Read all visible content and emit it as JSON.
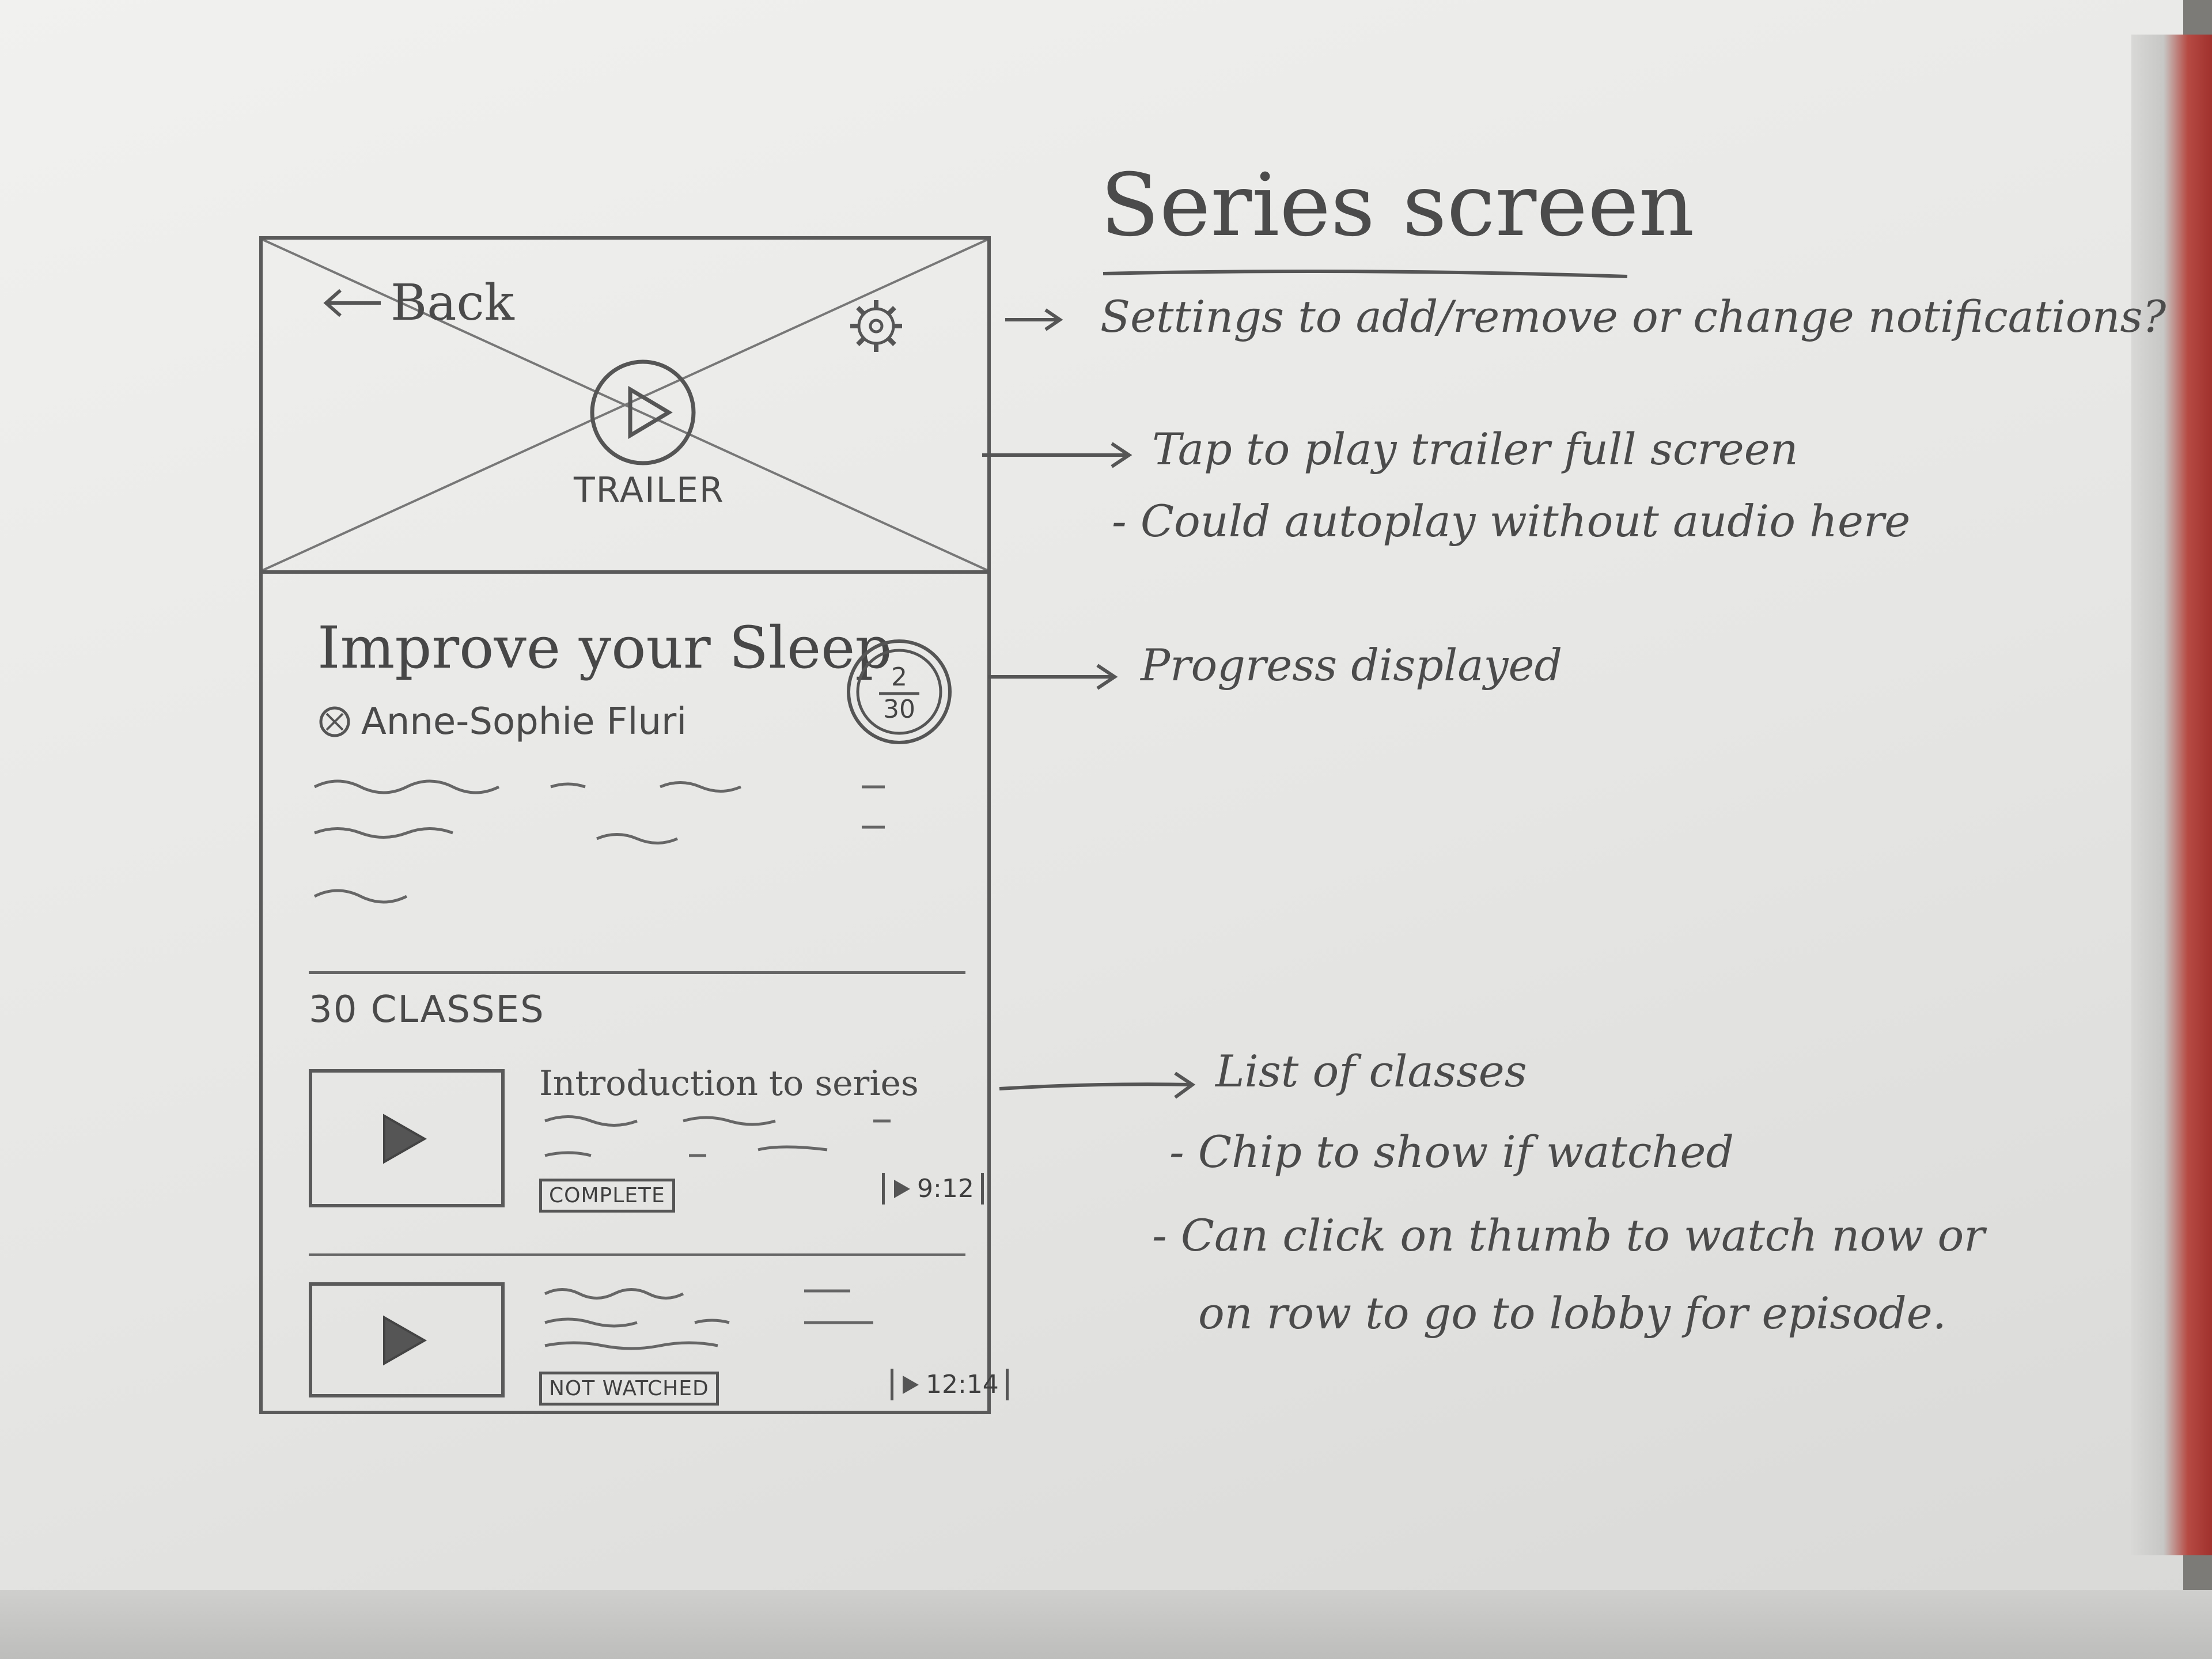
{
  "sheet": {
    "title": "Series screen"
  },
  "phone": {
    "hero": {
      "back_label": "Back",
      "trailer_label": "TRAILER"
    },
    "series": {
      "title": "Improve your Sleep",
      "author": "Anne-Sophie Fluri",
      "progress_current": "2",
      "progress_total": "30"
    },
    "classes": {
      "header": "30 CLASSES",
      "items": [
        {
          "title": "Introduction to series",
          "status": "COMPLETE",
          "duration": "9:12"
        },
        {
          "title": "",
          "status": "NOT WATCHED",
          "duration": "12:14"
        }
      ]
    }
  },
  "annotations": {
    "settings": "Settings to add/remove or change notifications?",
    "trailer_1": "Tap to play trailer full screen",
    "trailer_2": "- Could autoplay without audio here",
    "progress": "Progress displayed",
    "list_1": "List of classes",
    "list_2": "- Chip to show if watched",
    "list_3": "- Can click on thumb to watch now or",
    "list_4": "on row to go to lobby for episode."
  },
  "colors": {
    "pencil": "#4a4a4a",
    "paper": "#ececea",
    "notebook_edge": "#b64a43"
  },
  "icons": [
    "back-arrow-icon",
    "gear-icon",
    "play-circle-icon",
    "avatar-icon",
    "play-icon"
  ]
}
